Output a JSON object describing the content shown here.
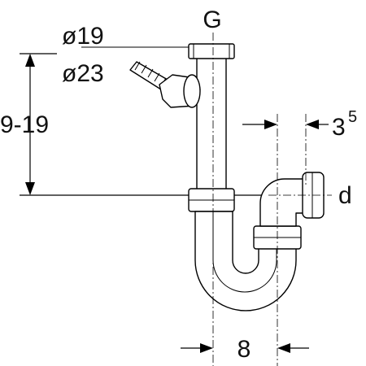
{
  "labels": {
    "thread": "G",
    "hose_small": "ø19",
    "hose_large": "ø23",
    "height_range": "9-19",
    "offset_base": "3",
    "offset_sup": "5",
    "outlet": "d",
    "width": "8"
  }
}
